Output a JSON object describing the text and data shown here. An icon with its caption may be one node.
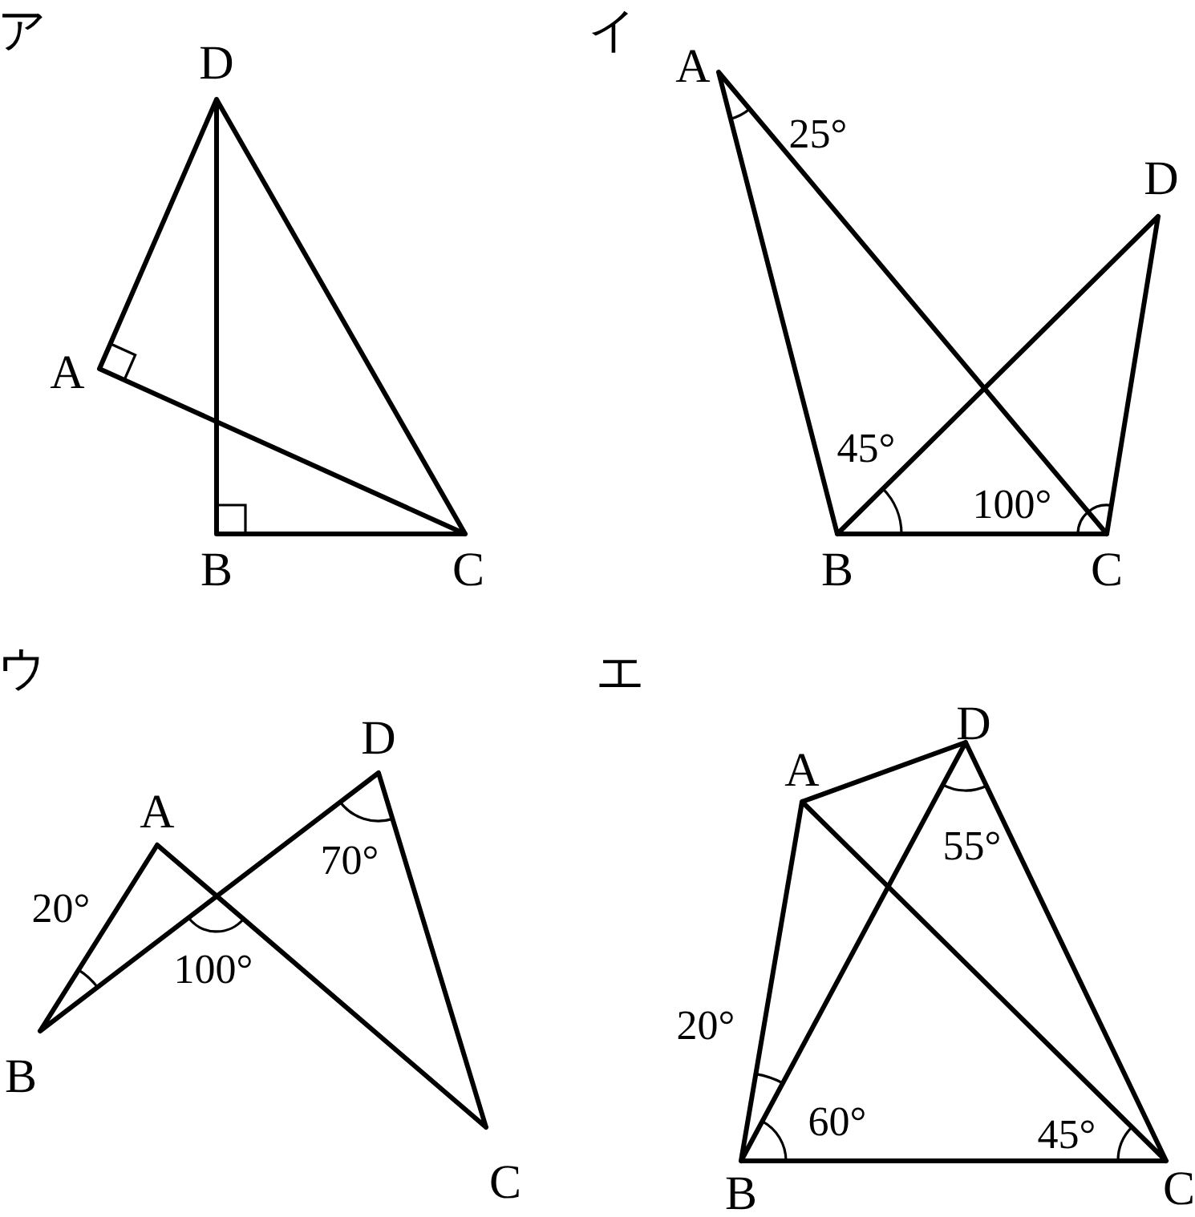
{
  "diagram": {
    "labels": [
      "ア",
      "D",
      "A",
      "B",
      "C",
      "イ",
      "A",
      "25°",
      "D",
      "45°",
      "100°",
      "B",
      "C",
      "ウ",
      "D",
      "A",
      "70°",
      "20°",
      "100°",
      "B",
      "C",
      "エ",
      "D",
      "A",
      "55°",
      "20°",
      "60°",
      "45°",
      "B",
      "C"
    ]
  }
}
